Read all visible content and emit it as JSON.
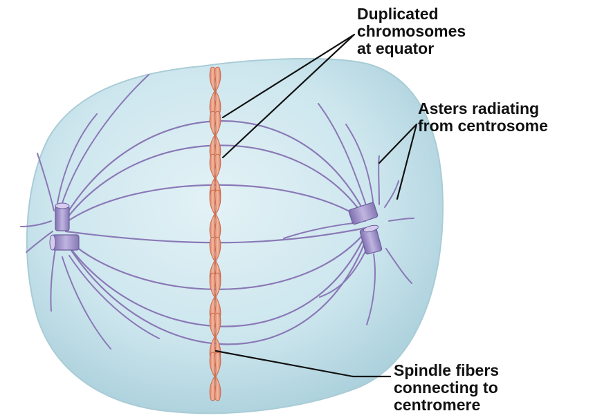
{
  "labels": {
    "chromosomes": [
      "Duplicated",
      "chromosomes",
      "at equator"
    ],
    "asters": [
      "Asters radiating",
      "from centrosome"
    ],
    "spindle": [
      "Spindle fibers",
      "connecting to",
      "centromere"
    ]
  },
  "colors": {
    "cell_fill": "#c9e4ec",
    "cell_edge": "#a9ccd6",
    "fiber": "#8a78b6",
    "chromosome": "#e9a488",
    "chromosome_edge": "#c9694c",
    "centrosome": "#9b8dc6",
    "leader_line": "#111111"
  }
}
